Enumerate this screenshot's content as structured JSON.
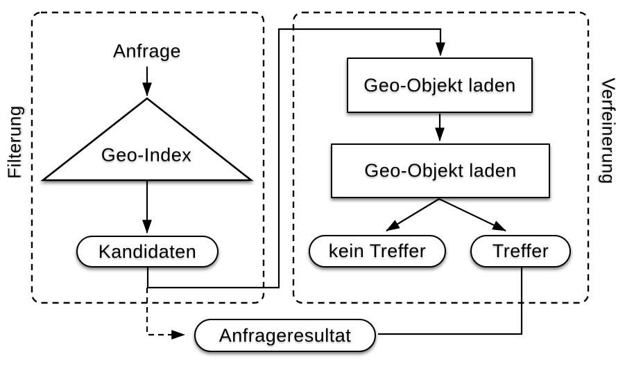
{
  "diagram": {
    "colors": {
      "stroke": "#000000",
      "fill": "#ffffff",
      "background": "#ffffff"
    },
    "filtering": {
      "label": "Filterung",
      "query": "Anfrage",
      "index": "Geo-Index",
      "candidates": "Kandidaten"
    },
    "refinement": {
      "label": "Verfeinerung",
      "load_step_1": "Geo-Objekt laden",
      "load_step_2": "Geo-Objekt laden",
      "no_hit": "kein Treffer",
      "hit": "Treffer"
    },
    "result": "Anfrageresultat"
  }
}
